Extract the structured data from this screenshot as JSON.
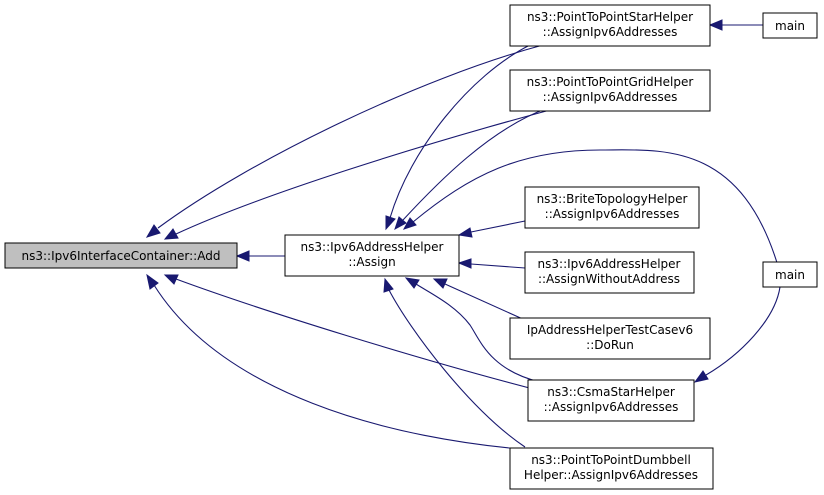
{
  "graph": {
    "title": "",
    "colors": {
      "edge": "#191970",
      "root_fill": "#bfbfbf",
      "node_fill": "#ffffff",
      "border": "#000000"
    },
    "nodes": {
      "add": {
        "lines": [
          "ns3::Ipv6InterfaceContainer::Add"
        ]
      },
      "assign": {
        "lines": [
          "ns3::Ipv6AddressHelper",
          "::Assign"
        ]
      },
      "star": {
        "lines": [
          "ns3::PointToPointStarHelper",
          "::AssignIpv6Addresses"
        ]
      },
      "grid": {
        "lines": [
          "ns3::PointToPointGridHelper",
          "::AssignIpv6Addresses"
        ]
      },
      "brite": {
        "lines": [
          "ns3::BriteTopologyHelper",
          "::AssignIpv6Addresses"
        ]
      },
      "withoutaddr": {
        "lines": [
          "ns3::Ipv6AddressHelper",
          "::AssignWithoutAddress"
        ]
      },
      "testcase": {
        "lines": [
          "IpAddressHelperTestCasev6",
          "::DoRun"
        ]
      },
      "csma": {
        "lines": [
          "ns3::CsmaStarHelper",
          "::AssignIpv6Addresses"
        ]
      },
      "dumbbell": {
        "lines": [
          "ns3::PointToPointDumbbell",
          "Helper::AssignIpv6Addresses"
        ]
      },
      "main_top": {
        "lines": [
          "main"
        ]
      },
      "main_right": {
        "lines": [
          "main"
        ]
      }
    }
  }
}
